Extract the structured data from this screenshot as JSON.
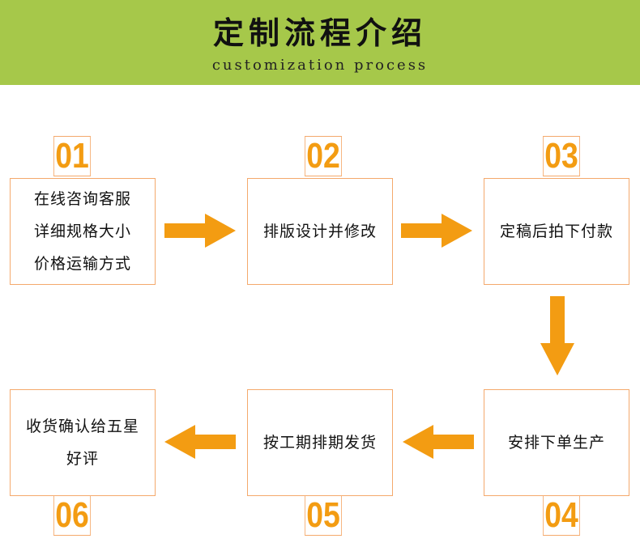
{
  "header": {
    "title": "定制流程介绍",
    "subtitle": "customization process",
    "band_color": "#a6c84a"
  },
  "accent_color": "#f39c12",
  "steps": [
    {
      "number": "01",
      "text": "在线咨询客服\n详细规格大小\n价格运输方式"
    },
    {
      "number": "02",
      "text": "排版设计并修改"
    },
    {
      "number": "03",
      "text": "定稿后拍下付款"
    },
    {
      "number": "04",
      "text": "安排下单生产"
    },
    {
      "number": "05",
      "text": "按工期排期发货"
    },
    {
      "number": "06",
      "text": "收货确认给五星\n好评"
    }
  ],
  "icons": {
    "arrow_right": "arrow-right-icon",
    "arrow_down": "arrow-down-icon",
    "arrow_left": "arrow-left-icon"
  }
}
